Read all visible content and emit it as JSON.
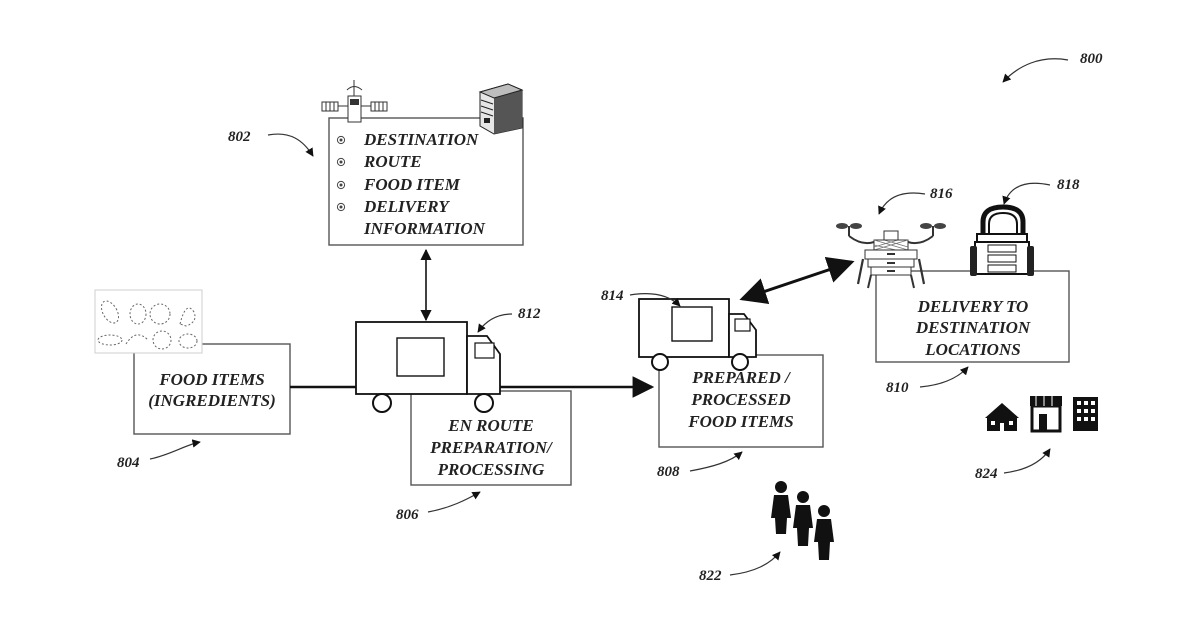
{
  "figure_number": "800",
  "info_box": {
    "ref": "802",
    "items": [
      "DESTINATION",
      "ROUTE",
      "FOOD ITEM",
      "DELIVERY",
      "INFORMATION"
    ]
  },
  "food_items_box": {
    "ref": "804",
    "lines": [
      "FOOD ITEMS",
      "(INGREDIENTS)"
    ]
  },
  "en_route_box": {
    "ref": "806",
    "lines": [
      "EN ROUTE",
      "PREPARATION/",
      "PROCESSING"
    ]
  },
  "prepared_box": {
    "ref": "808",
    "lines": [
      "PREPARED /",
      "PROCESSED",
      "FOOD ITEMS"
    ]
  },
  "delivery_box": {
    "ref": "810",
    "lines": [
      "DELIVERY TO",
      "DESTINATION",
      "LOCATIONS"
    ]
  },
  "truck_large_ref": "812",
  "truck_small_ref": "814",
  "drone_ref": "816",
  "robot_ref": "818",
  "people_ref": "822",
  "buildings_ref": "824"
}
